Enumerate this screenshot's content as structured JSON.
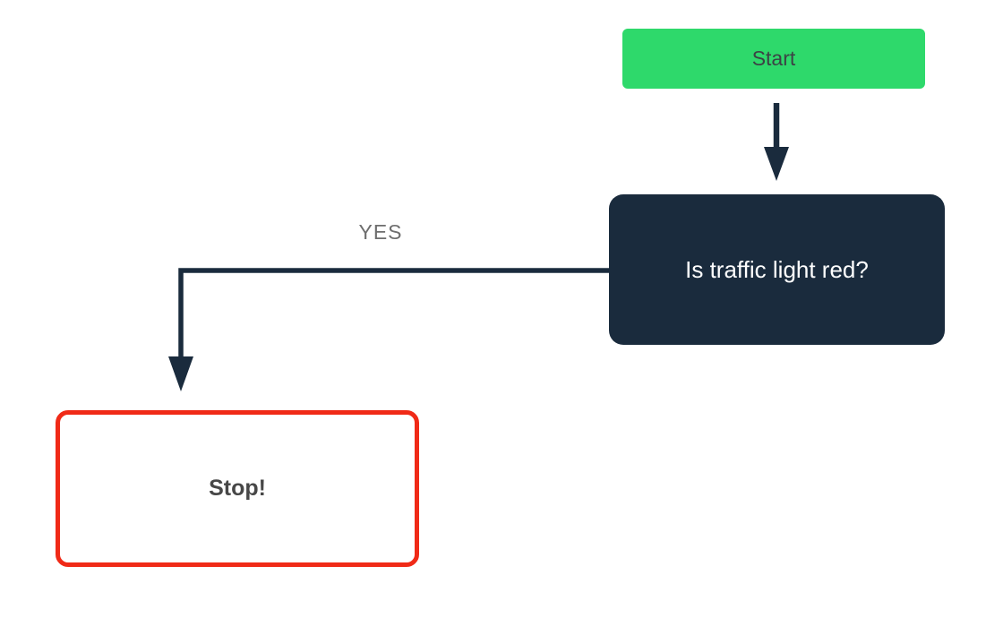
{
  "diagram": {
    "type": "flowchart",
    "background": "#ffffff"
  },
  "nodes": {
    "start": {
      "label": "Start",
      "shape": "rounded-rectangle",
      "fill": "#2ED96B",
      "text_color": "#3C4245"
    },
    "decision": {
      "label": "Is traffic light red?",
      "shape": "rounded-rectangle",
      "fill": "#1A2B3D",
      "text_color": "#FFFFFF"
    },
    "stop": {
      "label": "Stop!",
      "shape": "rounded-rectangle",
      "fill": "#FFFFFF",
      "border_color": "#F02A17",
      "text_color": "#474747"
    }
  },
  "edges": {
    "start_to_decision": {
      "from": "start",
      "to": "decision",
      "label": "",
      "style": "arrow-down",
      "color": "#1A2B3D"
    },
    "decision_to_stop": {
      "from": "decision",
      "to": "stop",
      "label": "YES",
      "label_color": "#6E6E6E",
      "style": "elbow-left-down-arrow",
      "color": "#1A2B3D"
    }
  }
}
